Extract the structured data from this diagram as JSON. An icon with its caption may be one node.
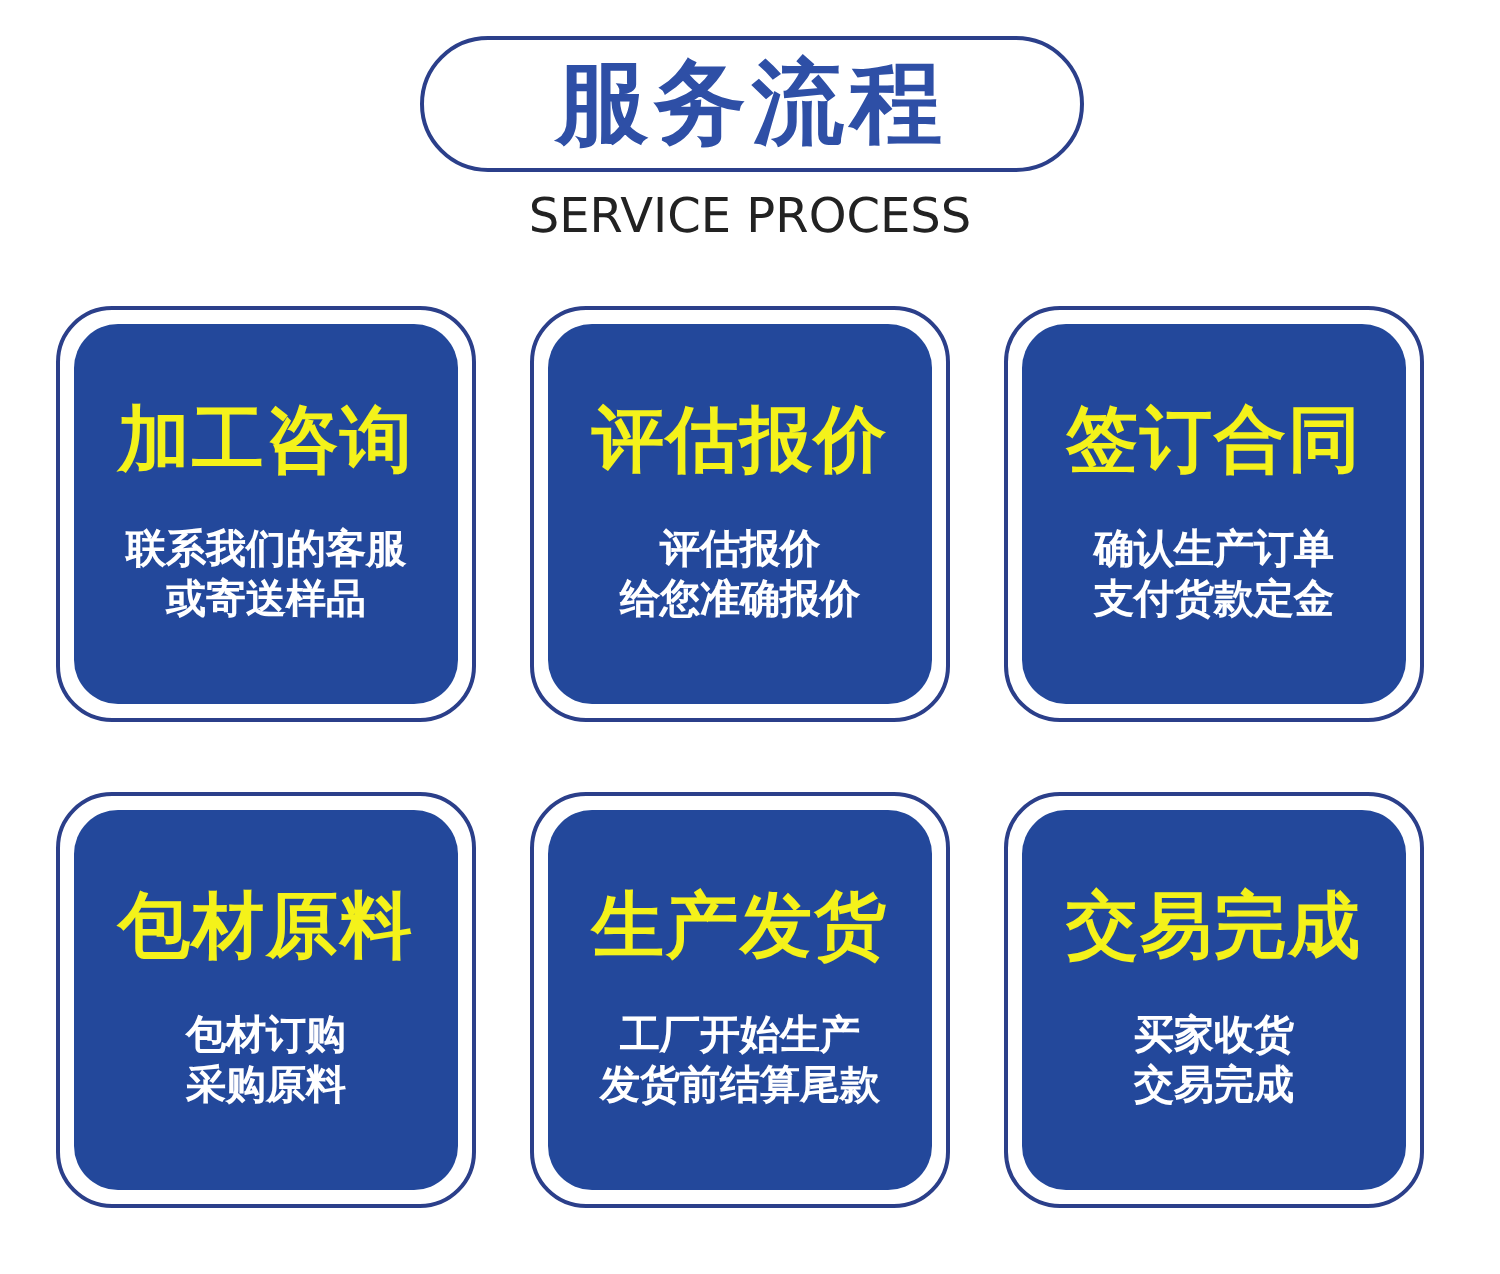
{
  "diagram": {
    "title": "服务流程",
    "nodes": [
      {
        "text": [
          "加工咨询",
          "联系我们的客服或寄送样品"
        ]
      },
      {
        "text": [
          "评估报价",
          "评估报价给您准确报价"
        ]
      },
      {
        "text": [
          "签订合同",
          "确认生产订单支付货款定金"
        ]
      },
      {
        "text": [
          "包材原料",
          "包材订购采购原料"
        ]
      },
      {
        "text": [
          "生产发货",
          "工厂开始生产发货前结算尾款"
        ]
      },
      {
        "text": [
          "交易完成",
          "买家收货交易完成"
        ]
      }
    ],
    "labels": [
      "SERVICE PROCESS"
    ]
  }
}
